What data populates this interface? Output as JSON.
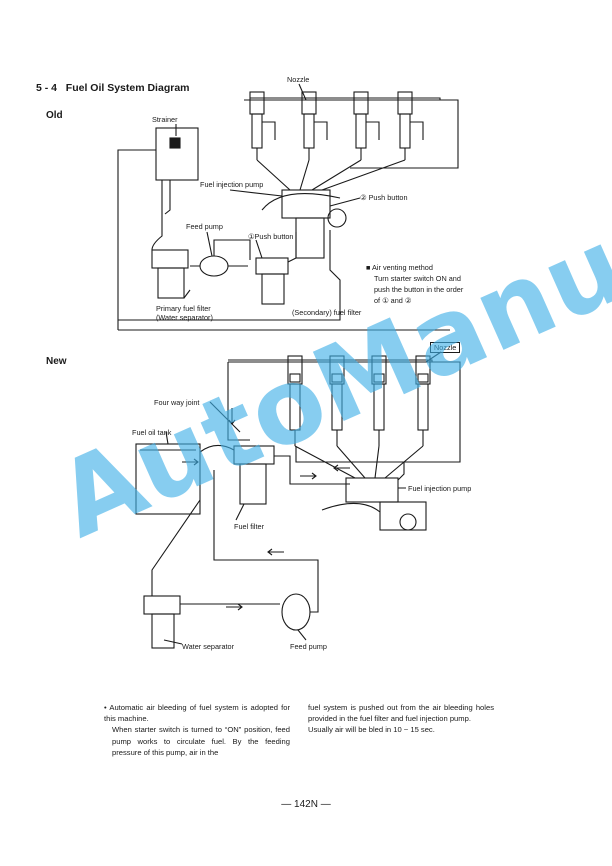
{
  "section": {
    "number": "5 - 4",
    "title": "Fuel Oil System Diagram"
  },
  "old": {
    "heading": "Old",
    "labels": {
      "nozzle": "Nozzle",
      "strainer": "Strainer",
      "injection_pump": "Fuel injection pump",
      "push_button_2": "② Push button",
      "feed_pump": "Feed pump",
      "push_button_1": "①Push button",
      "primary_filter_1": "Primary fuel filter",
      "primary_filter_2": "(Water separator)",
      "secondary_filter": "(Secondary) fuel filter"
    },
    "venting": {
      "title": "■  Air venting method",
      "line1": "Turn starter switch ON and",
      "line2": "push the button in the order",
      "line3": "of ① and ②"
    }
  },
  "new": {
    "heading": "New",
    "labels": {
      "nozzle": "Nozzle",
      "four_way_joint": "Four way joint",
      "fuel_oil_tank": "Fuel oil tank",
      "fuel_filter": "Fuel filter",
      "injection_pump": "Fuel injection pump",
      "water_separator": "Water separator",
      "feed_pump": "Feed pump"
    }
  },
  "body": {
    "left": [
      "•  Automatic air bleeding of fuel system is adopted for this machine.",
      "When starter switch is turned to “ON” position, feed pump works to circulate fuel. By the feeding pressure of this pump, air in the"
    ],
    "right": [
      "fuel system is pushed out from the air bleeding holes provided in the fuel filter and fuel injection pump.",
      "Usually air will be bled in 10 ~ 15 sec."
    ]
  },
  "page_number": "— 142N —",
  "watermark": "AutoManual",
  "watermark_color": "#3fb0e8"
}
